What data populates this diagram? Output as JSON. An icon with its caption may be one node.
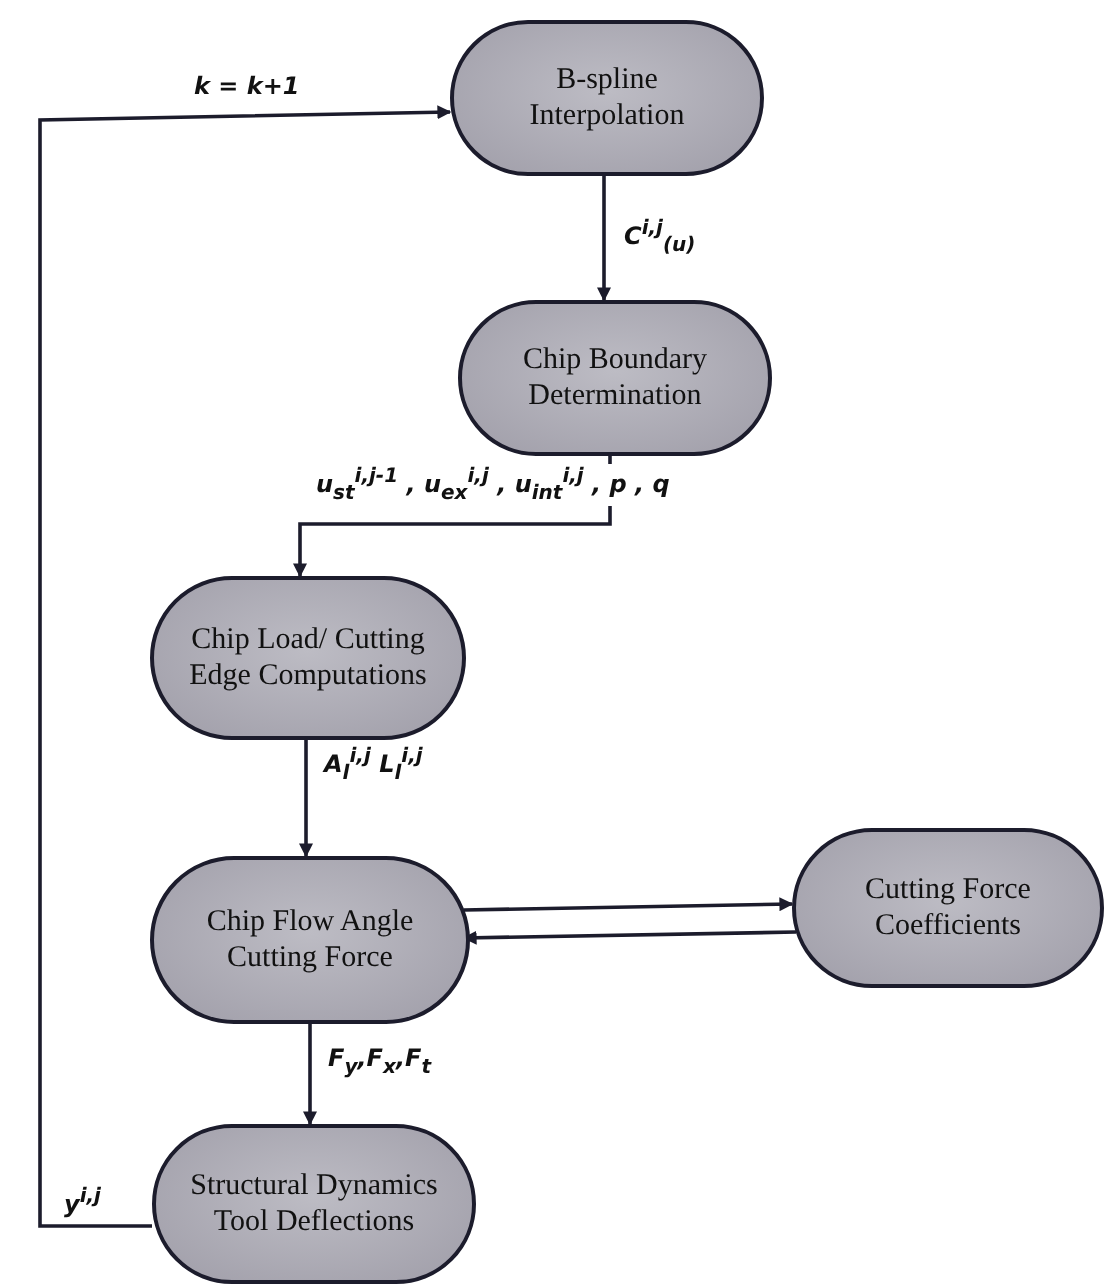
{
  "diagram": {
    "nodes": [
      {
        "text": [
          "B-spline Interpolation"
        ]
      },
      {
        "text": [
          "Chip Boundary Determination"
        ]
      },
      {
        "text": [
          "Chip Load/ Cutting Edge Computations"
        ]
      },
      {
        "text": [
          "Chip Flow Angle Cutting Force"
        ]
      },
      {
        "text": [
          "Cutting Force Coefficients"
        ]
      },
      {
        "text": [
          "Structural Dynamics Tool Deflections"
        ]
      }
    ],
    "edges": [
      {
        "from": 0,
        "to": 1,
        "arrow": "to",
        "label": "C$^{i,j}$$_{(u)}$"
      },
      {
        "from": 1,
        "to": 2,
        "arrow": "to",
        "label": "u$_{st}$$^{i,j-1}$ , u$_{ex}$$^{i,j}$ , u$_{int}$$^{i,j}$ , p , q"
      },
      {
        "from": 2,
        "to": 3,
        "arrow": "to",
        "label": "A$_{l}$$^{i,j}$ L$_{l}$$^{i,j}$"
      },
      {
        "from": 3,
        "to": 4,
        "arrow": "to"
      },
      {
        "from": 4,
        "to": 3,
        "arrow": "to"
      },
      {
        "from": 3,
        "to": 5,
        "arrow": "to",
        "label": "F$_{y}$,F$_{x}$,F$_{t}$"
      },
      {
        "from": 5,
        "to": 0,
        "arrow": "to",
        "label": "k = k+1"
      }
    ],
    "labels": [
      "y$^{i,j}$"
    ]
  }
}
